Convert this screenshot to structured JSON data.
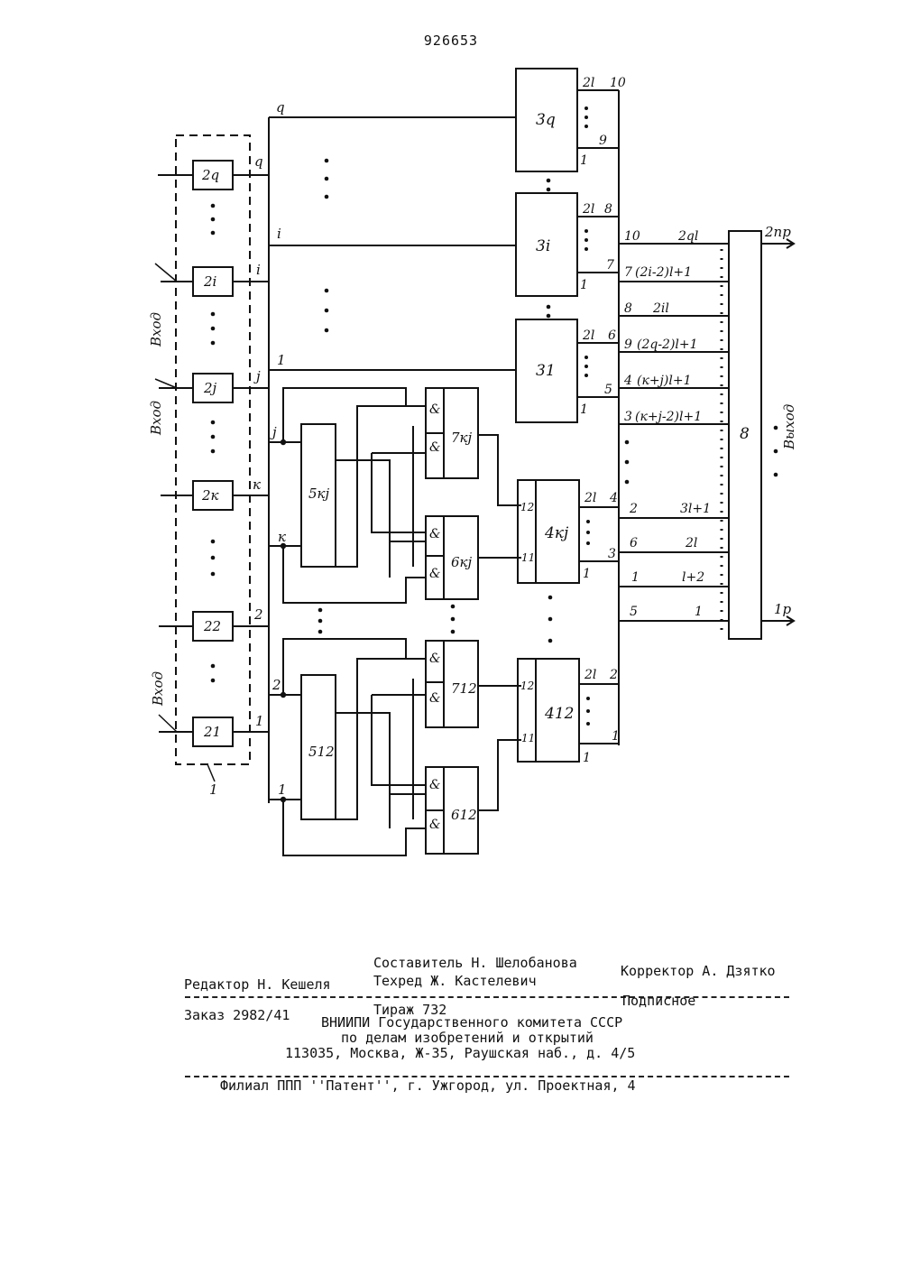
{
  "patent_number": "926653",
  "diagram": {
    "block_1": "1",
    "input_label": "Вход",
    "output_label": "Выход",
    "registers": [
      "2q",
      "2i",
      "2j",
      "2к",
      "22",
      "21"
    ],
    "reg_dots": "⋮",
    "bus_labels": {
      "q": "q",
      "i": "i",
      "j": "j",
      "k": "к",
      "two": "2",
      "one": "1"
    },
    "block3": [
      {
        "name": "3q",
        "top": "2l",
        "top_num": "10",
        "mid_num": "9",
        "bottom": "1"
      },
      {
        "name": "3i",
        "top": "2l",
        "top_num": "8",
        "mid_num": "7",
        "bottom": "1"
      },
      {
        "name": "31",
        "top": "2l",
        "top_num": "6",
        "mid_num": "5",
        "bottom": "1"
      }
    ],
    "block5": [
      "5кj",
      "512"
    ],
    "block7": [
      "7кj",
      "712"
    ],
    "block6": [
      "6кj",
      "612"
    ],
    "and_sign": "&",
    "block4": [
      {
        "name": "4кj",
        "in_top": "12",
        "in_bottom": "11",
        "top": "2l",
        "top_num": "4",
        "mid_num": "3",
        "bottom": "1"
      },
      {
        "name": "412",
        "in_top": "12",
        "in_bottom": "11",
        "top": "2l",
        "top_num": "2",
        "mid_num": "1",
        "bottom": "1"
      }
    ],
    "block8": "8",
    "out_2np": "2пр",
    "out_1p": "1р",
    "bus_rows": [
      {
        "num": "10",
        "expr": "2ql"
      },
      {
        "num": "7",
        "expr": "(2i-2)l+1"
      },
      {
        "num": "8",
        "expr": "2il"
      },
      {
        "num": "9",
        "expr": "(2q-2)l+1"
      },
      {
        "num": "4",
        "expr": "(к+j)l+1"
      },
      {
        "num": "3",
        "expr": "(к+j-2)l+1"
      },
      {
        "num": "2",
        "expr": "3l+1"
      },
      {
        "num": "6",
        "expr": "2l"
      },
      {
        "num": "1",
        "expr": "l+2"
      },
      {
        "num": "5",
        "expr": "1"
      }
    ]
  },
  "imprint": {
    "composer": "Составитель Н. Шелобанова",
    "editor": "Редактор Н. Кешеля",
    "tech": "Техред Ж. Кастелевич",
    "corrector": "Корректор А. Дзятко",
    "order": "Заказ 2982/41",
    "print_run": "Тираж 732",
    "subscription": "Подписное",
    "org1": "ВНИИПИ Государственного комитета СССР",
    "org2": "по делам изобретений и открытий",
    "address": "113035, Москва, Ж-35, Раушская наб., д. 4/5",
    "branch": "Филиал ППП ''Патент'', г. Ужгород, ул. Проектная, 4"
  }
}
